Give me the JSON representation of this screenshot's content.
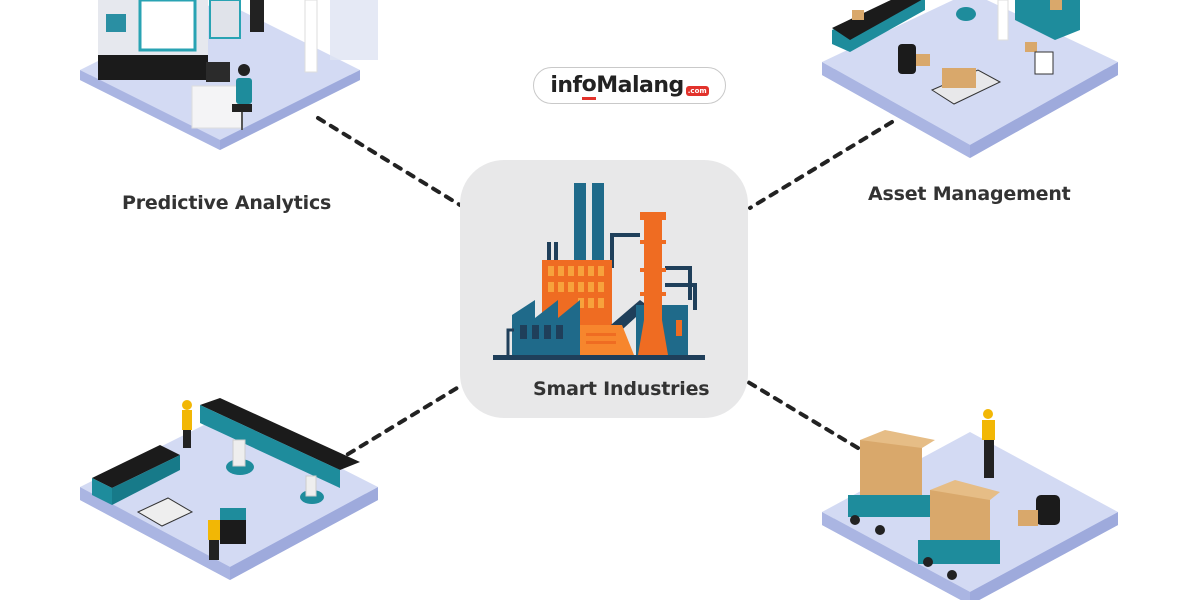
{
  "logo": {
    "prefix": "inf",
    "o_letter": "o",
    "suffix": "Malang",
    "domain": ".com",
    "accent_color": "#e2322b"
  },
  "center": {
    "label": "Smart Industries",
    "icon": "factory-icon"
  },
  "nodes": [
    {
      "id": "predictive-analytics",
      "label": "Predictive Analytics",
      "position": "top-left",
      "icon": "lab-workstation-illustration"
    },
    {
      "id": "asset-management",
      "label": "Asset Management",
      "position": "top-right",
      "icon": "warehouse-robots-illustration"
    },
    {
      "id": "automated-production",
      "label": "",
      "position": "bottom-left",
      "icon": "assembly-line-robots-illustration"
    },
    {
      "id": "logistics",
      "label": "",
      "position": "bottom-right",
      "icon": "pallet-carts-illustration"
    }
  ],
  "colors": {
    "platform": "#c9d2f0",
    "platform_edge": "#aeb9e4",
    "teal": "#1e8c9c",
    "orange": "#ef6c22",
    "blue": "#1f6a8a",
    "card": "#e8e8e9",
    "connector": "#222222"
  }
}
